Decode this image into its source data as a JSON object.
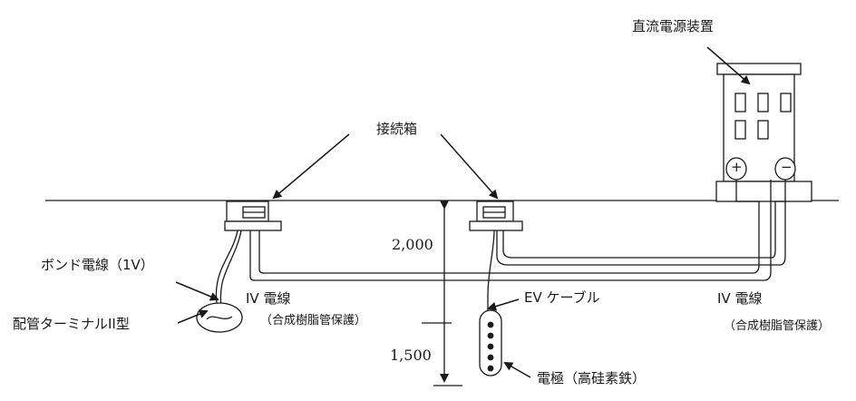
{
  "labels": {
    "dc_power_unit": "直流電源装置",
    "junction_box": "接続箱",
    "bond_wire": "ボンド電線（1V）",
    "pipe_terminal": "配管ターミナルII型",
    "iv_wire_left": "IV 電線",
    "iv_wire_left_note": "（合成樹脂管保護）",
    "iv_wire_right": "IV 電線",
    "iv_wire_right_note": "（合成樹脂管保護）",
    "ev_cable": "EV ケーブル",
    "electrode": "電極（高硅素鉄）",
    "depth_upper": "2,000",
    "depth_lower": "1,500",
    "plus_terminal": "+",
    "minus_terminal": "−"
  }
}
